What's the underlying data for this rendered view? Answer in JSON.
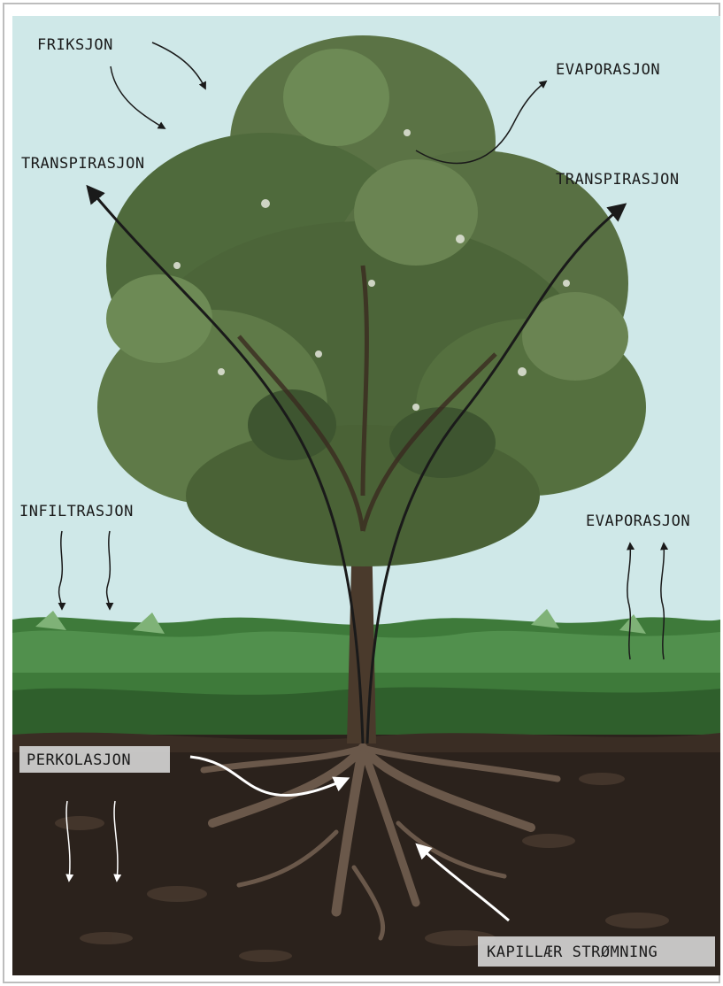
{
  "labels": {
    "friction": "FRIKSJON",
    "evaporation_top": "EVAPORASJON",
    "transpiration_left": "TRANSPIRASJON",
    "transpiration_right": "TRANSPIRASJON",
    "infiltration": "INFILTRASJON",
    "evaporation_ground": "EVAPORASJON",
    "percolation": "PERKOLASJON",
    "capillary_flow": "KAPILLÆR STRØMNING"
  },
  "colors": {
    "sky": "#cfe8e8",
    "grass": "#3e7a3a",
    "soil": "#2b221c",
    "foliage": "#5b7345",
    "trunk": "#4a3a2c",
    "arrow_dark": "#1a1a1a",
    "arrow_light": "#ffffff",
    "label_box": "#d6d6d6"
  }
}
